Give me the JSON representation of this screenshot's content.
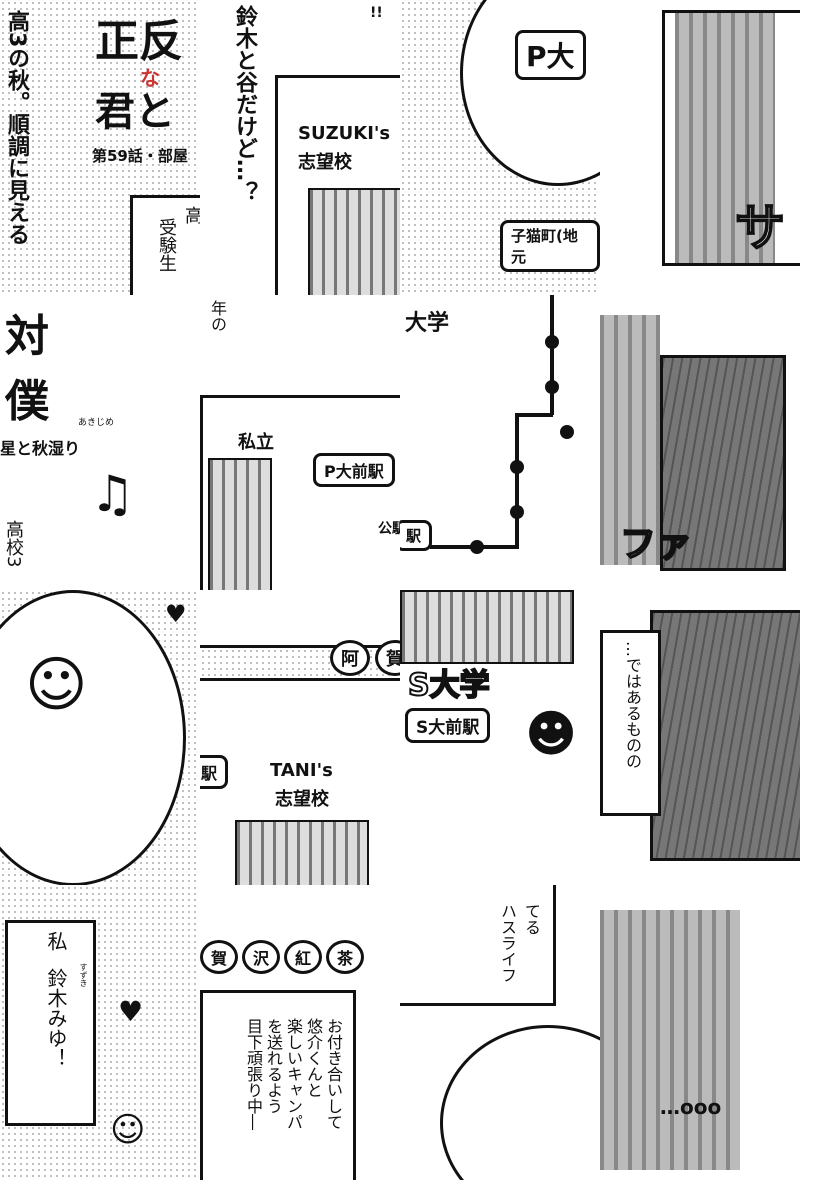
{
  "tiles": {
    "r1c1": {
      "tagline": "高3の秋。順調に見える",
      "logo_top": "正反",
      "logo_bottom": "君と",
      "logo_na": "な",
      "chapter": "第59話・部屋",
      "caption_a": "高",
      "caption_b": "受験生"
    },
    "r1c2": {
      "exclaim": "!!",
      "caption": "鈴木と谷だけど…？",
      "sign": "SUZUKI's",
      "sign2": "志望校"
    },
    "r1c3": {
      "school": "P大",
      "station": "子猫町(地元"
    },
    "r1c4": {
      "sfx": "サ"
    },
    "r2c1": {
      "logo_a": "対",
      "logo_b": "僕",
      "ruby": "あきじめ",
      "subtitle": "星と秋湿り",
      "caption": "高校3"
    },
    "r2c2": {
      "caption": "年の",
      "sign_private": "私立",
      "station": "P大前駅",
      "station2": "公駅"
    },
    "r2c3": {
      "school": "大学",
      "station": "駅"
    },
    "r2c4": {
      "sfx": "ファ"
    },
    "r3c1": {},
    "r3c2": {
      "drink_a": "阿",
      "drink_b": "賀",
      "station": "駅",
      "sign": "TANI's",
      "sign2": "志望校"
    },
    "r3c3": {
      "school": "S大学",
      "station": "S大前駅"
    },
    "r3c4": {
      "caption": "…ではあるものの"
    },
    "r4c1": {
      "caption_a": "私",
      "caption_b": "鈴木みゆ！",
      "ruby": "すずき"
    },
    "r4c2": {
      "drink": [
        "賀",
        "沢",
        "紅",
        "茶"
      ],
      "caption": [
        "お付き合いして",
        "悠介くんと",
        "楽しいキャンパ",
        "を送れるよう",
        "目下頑張り中―"
      ]
    },
    "r4c3": {
      "caption_a": "てる",
      "caption_b": "ハスライフ"
    },
    "r4c4": {
      "sfx": "…ooo"
    }
  }
}
